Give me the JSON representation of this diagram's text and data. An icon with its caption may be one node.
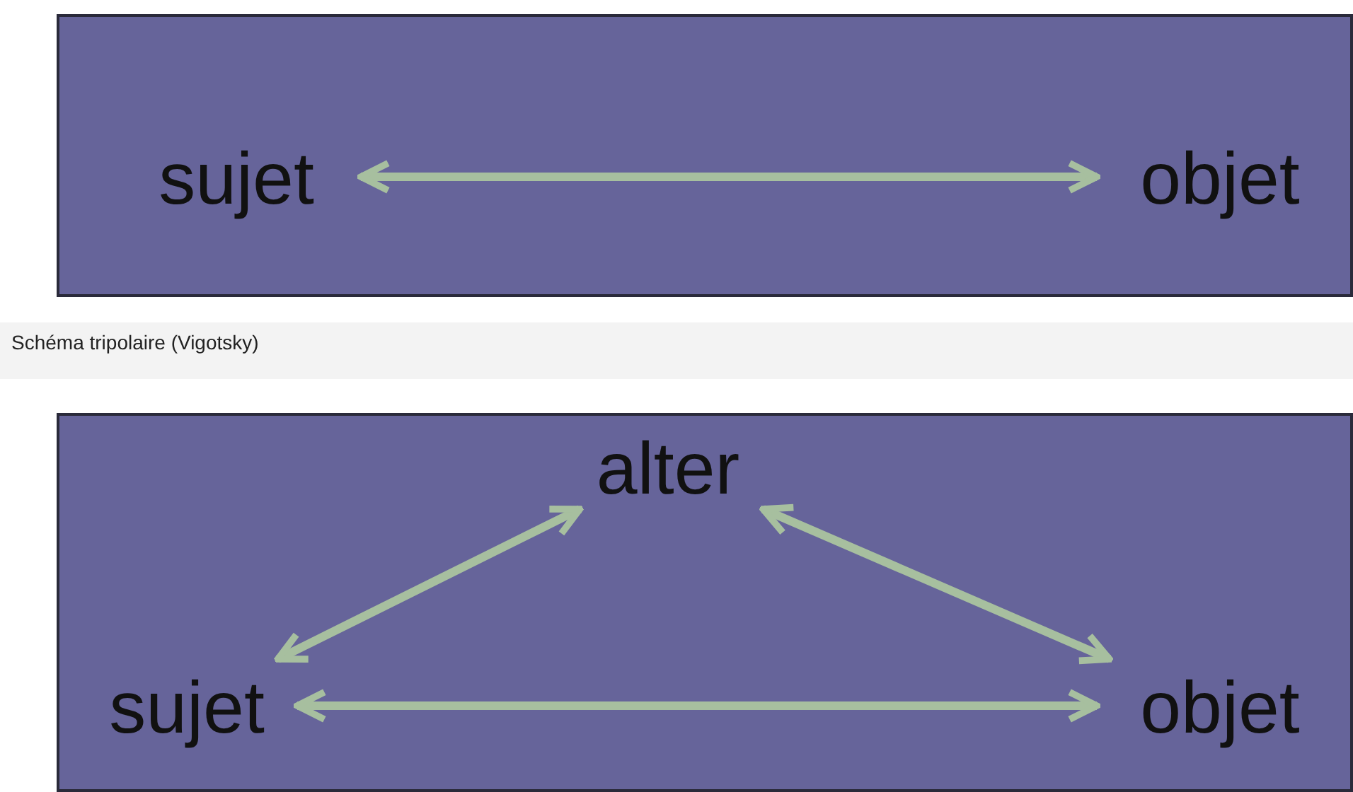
{
  "diagram": {
    "nodes": [
      {
        "text": [],
        "shape": "box"
      },
      {
        "text": [
          "sujet"
        ],
        "in": 0
      },
      {
        "text": [
          "objet"
        ],
        "in": 0
      },
      {
        "text": [],
        "shape": "box"
      },
      {
        "text": [
          "alter"
        ],
        "in": 3
      },
      {
        "text": [
          "sujet"
        ],
        "in": 3
      },
      {
        "text": [
          "objet"
        ],
        "in": 3
      }
    ],
    "edges": [
      {
        "from": 1,
        "to": 2,
        "arrow": "both"
      },
      {
        "from": 5,
        "to": 4,
        "arrow": "both"
      },
      {
        "from": 4,
        "to": 6,
        "arrow": "both"
      },
      {
        "from": 5,
        "to": 6,
        "arrow": "both"
      }
    ],
    "labels": [
      "Schéma tripolaire (Vigotsky)"
    ]
  }
}
